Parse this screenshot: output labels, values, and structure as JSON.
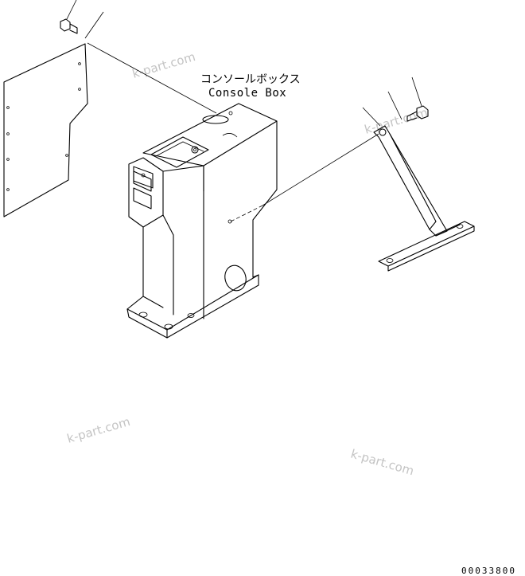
{
  "labels": {
    "console_box_jp": "コンソールボックス",
    "console_box_en": "Console Box"
  },
  "watermarks": [
    "k-part.com",
    "k-part.com",
    "k-part.com",
    "k-part.com"
  ],
  "drawing_code": "00033800"
}
